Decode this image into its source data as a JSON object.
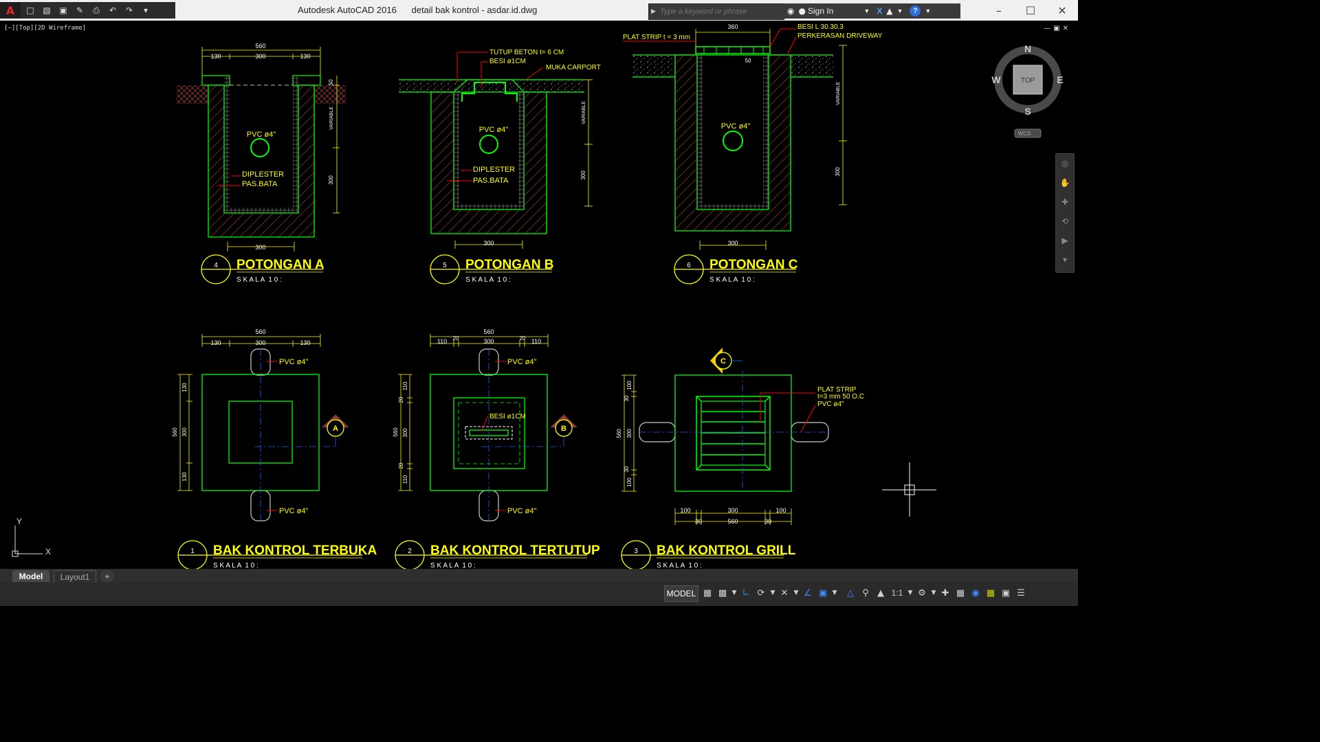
{
  "app": {
    "title": "Autodesk AutoCAD 2016      detail bak kontrol - asdar.id.dwg",
    "logo_letter": "A"
  },
  "search": {
    "placeholder": "Type a keyword or phrase"
  },
  "account": {
    "sign_in": "Sign In"
  },
  "viewport": {
    "label": "[–][Top][2D Wireframe]"
  },
  "viewcube": {
    "top": "TOP",
    "north": "N",
    "south": "S",
    "east": "E",
    "west": "W",
    "wcs": "WCS"
  },
  "ucs": {
    "x": "X",
    "y": "Y"
  },
  "tabs": [
    {
      "label": "Model"
    },
    {
      "label": "Layout1"
    },
    {
      "label": "+"
    }
  ],
  "status": {
    "model": "MODEL",
    "scale": "1:1"
  },
  "colors": {
    "green": "#00ff00",
    "yellow": "#ffff00",
    "red": "#ff0000",
    "white": "#ffffff",
    "hatch": "#9b3b3b"
  },
  "drawing": {
    "sec_a": {
      "num": "4",
      "title": "POTONGAN A",
      "scale": "S K A L A  1 0 :",
      "dim_total": "560",
      "dim_130": "130",
      "dim_300": "300",
      "dim_50": "50",
      "variable": "VARIABLE",
      "dim_v300": "300",
      "dim_bottom": "300",
      "pvc": "PVC ø4\"",
      "diplester": "DIPLESTER",
      "pasbata": "PAS.BATA"
    },
    "sec_b": {
      "num": "5",
      "title": "POTONGAN B",
      "scale": "S K A L A  1 0 :",
      "tutup": "TUTUP BETON t= 6 CM",
      "besi": "BESI ø1CM",
      "muka": "MUKA CARPORT",
      "variable": "VARIABLE",
      "dim_v300": "300",
      "dim_bottom": "300",
      "pvc": "PVC ø4\"",
      "diplester": "DIPLESTER",
      "pasbata": "PAS.BATA"
    },
    "sec_c": {
      "num": "6",
      "title": "POTONGAN C",
      "scale": "S K A L A  1 0 :",
      "plat": "PLAT STRIP t = 3 mm",
      "besi_l": "BESI L 30.30.3",
      "perkerasan": "PERKERASAN DRIVEWAY",
      "dim_top": "360",
      "dim_50": "50",
      "variable": "VARIABLE",
      "dim_v300": "300",
      "dim_bottom": "300",
      "pvc": "PVC ø4\""
    },
    "plan_1": {
      "num": "1",
      "title": "BAK KONTROL TERBUKA",
      "scale": "S K A L A  1 0 :",
      "dim_total": "560",
      "dim_130": "130",
      "dim_300": "300",
      "pvc_top": "PVC ø4\"",
      "pvc_bottom": "PVC ø4\"",
      "marker": "A"
    },
    "plan_2": {
      "num": "2",
      "title": "BAK KONTROL TERTUTUP",
      "scale": "S K A L A  1 0 :",
      "dim_total": "560",
      "dim_110": "110",
      "dim_20": "20",
      "dim_300": "300",
      "besi": "BESI ø1CM",
      "pvc_top": "PVC ø4\"",
      "pvc_bottom": "PVC ø4\"",
      "marker": "B"
    },
    "plan_3": {
      "num": "3",
      "title": "BAK KONTROL GRILL",
      "scale": "S K A L A  1 0 :",
      "dim_total": "560",
      "dim_100": "100",
      "dim_30": "30",
      "dim_300": "300",
      "plat1": "PLAT STRIP",
      "plat2": "t=3 mm 50 O.C",
      "pvc": "PVC ø4\"",
      "marker": "C"
    }
  }
}
